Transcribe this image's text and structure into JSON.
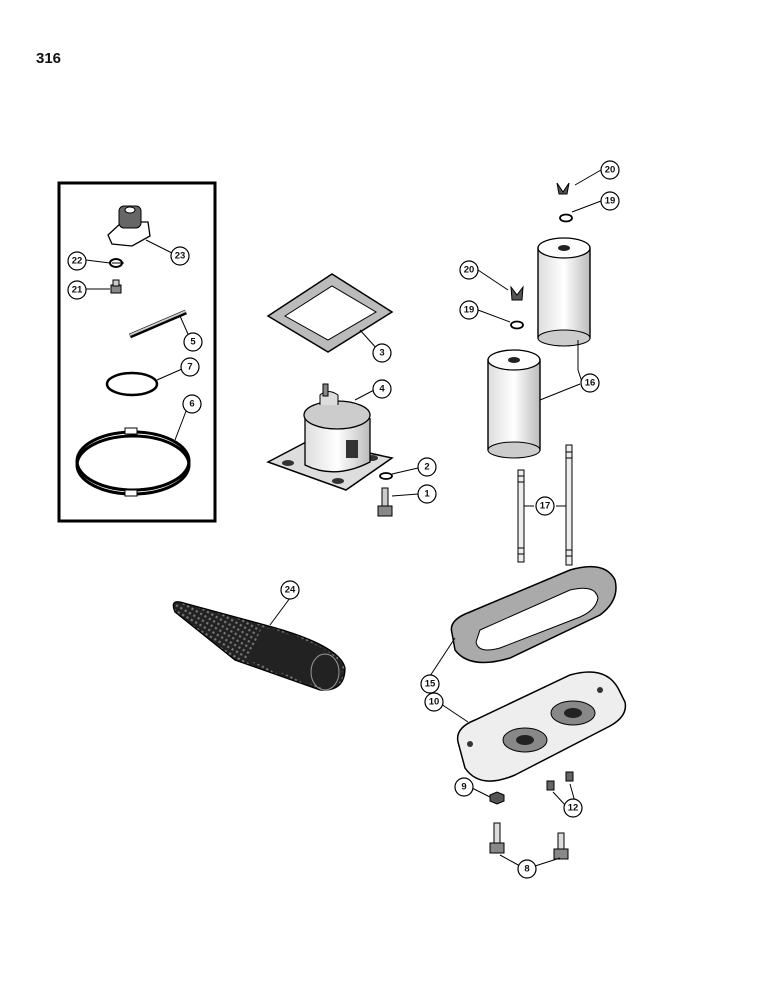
{
  "page_number": "316",
  "callouts": [
    "1",
    "2",
    "3",
    "4",
    "5",
    "6",
    "7",
    "8",
    "9",
    "10",
    "12",
    "15",
    "16",
    "17",
    "19",
    "20",
    "21",
    "22",
    "23",
    "24"
  ]
}
